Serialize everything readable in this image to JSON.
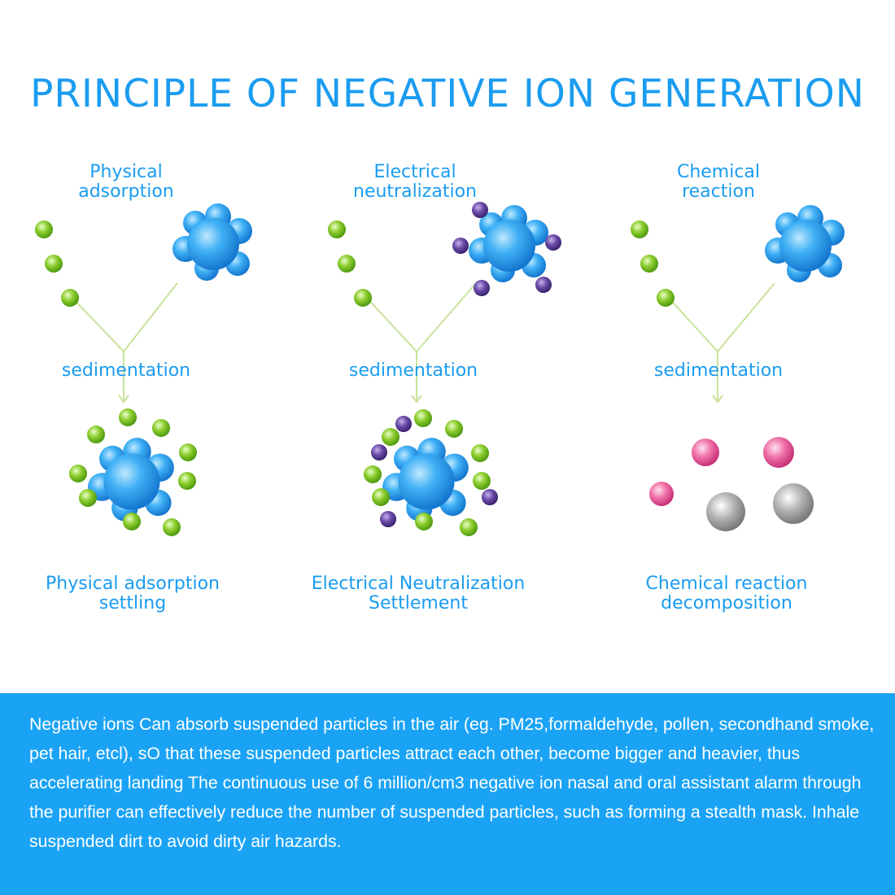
{
  "title": "PRINCIPLE OF NEGATIVE ION GENERATION",
  "columns": [
    {
      "top_label": [
        "Physical",
        "adsorption"
      ],
      "middle_label": "sedimentation",
      "bottom_label": [
        "Physical adsorption",
        "settling"
      ]
    },
    {
      "top_label": [
        "Electrical",
        "neutralization"
      ],
      "middle_label": "sedimentation",
      "bottom_label": [
        "Electrical Neutralization",
        "Settlement"
      ]
    },
    {
      "top_label": [
        "Chemical",
        "reaction"
      ],
      "middle_label": "sedimentation",
      "bottom_label": [
        "Chemical reaction",
        "decomposition"
      ]
    }
  ],
  "description": "Negative ions Can absorb suspended particles in the air (eg. PM25,formaldehyde, pollen, secondhand smoke, pet hair, etcl), sO that these suspended particles attract each other, become bigger and heavier, thus accelerating landing The continuous use of 6 million/cm3 negative ion nasal and oral assistant alarm through the purifier can effectively reduce the number of suspended particles, such as forming a stealth mask. Inhale suspended dirt to avoid dirty air hazards.",
  "colors": {
    "title": "#1a9cf0",
    "banner": "#1aa3f5",
    "particle_blue": "#1e9ef0",
    "ion_green": "#7cc41e",
    "ion_purple": "#5a3c8c",
    "product_pink": "#e8528f",
    "product_gray": "#9a9a9a",
    "line": "#c8e39a"
  }
}
